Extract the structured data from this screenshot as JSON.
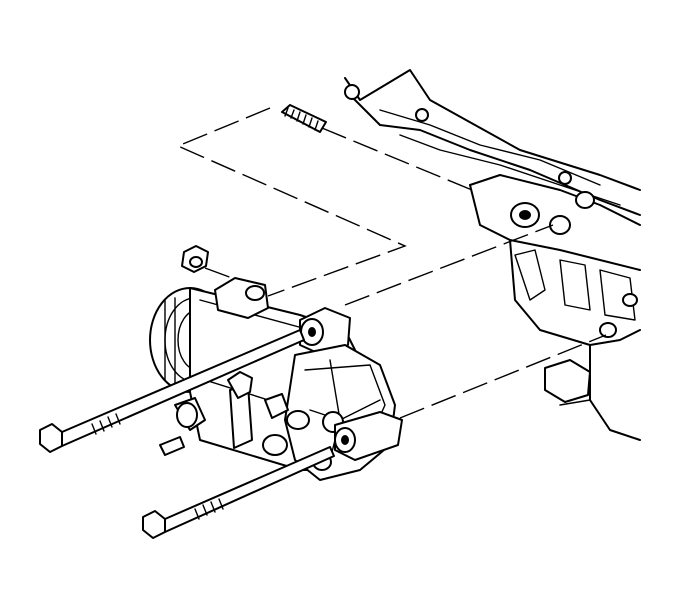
{
  "diagram": {
    "kind": "exploded-assembly",
    "colors": {
      "line": "#000000",
      "background": "#ffffff"
    },
    "parts": [
      "engine-block",
      "ac-compressor",
      "mounting-stud",
      "stud-nut",
      "long-mounting-bolt",
      "short-mounting-bolt"
    ]
  }
}
